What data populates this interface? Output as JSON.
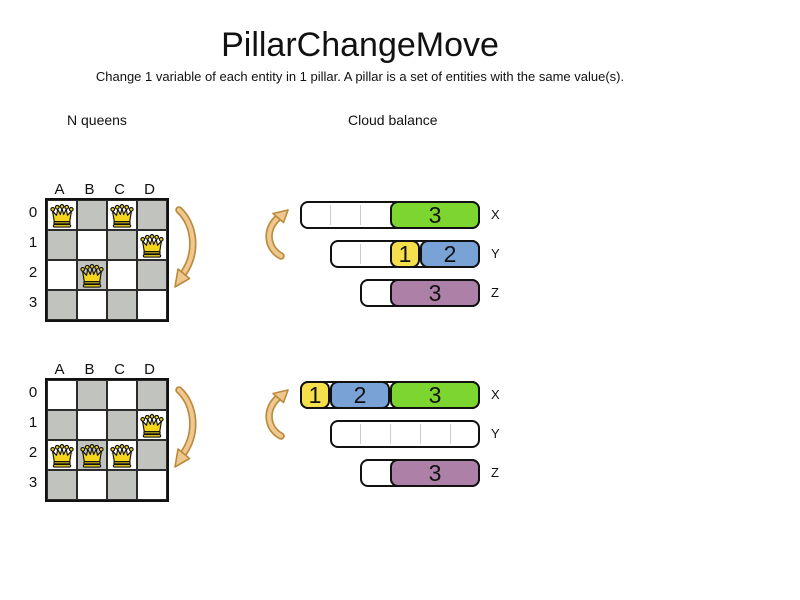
{
  "page": {
    "title": "PillarChangeMove",
    "subtitle": "Change 1 variable of each entity in 1 pillar. A pillar is a set of entities with the same value(s)."
  },
  "sections": {
    "nqueens_label": "N queens",
    "cloud_label": "Cloud balance"
  },
  "colors": {
    "green": "#7dd62f",
    "yellow": "#f5df4d",
    "blue": "#79a3d6",
    "purple": "#ad80a8",
    "board_dark_square": "#c1c4be",
    "queen_yellow": "#f2d51c",
    "arrow_fill": "#eec88f",
    "arrow_outline": "#bb8a3c"
  },
  "board": {
    "columns": [
      "A",
      "B",
      "C",
      "D"
    ],
    "rows": [
      "0",
      "1",
      "2",
      "3"
    ],
    "queen_icon": "queen-crown"
  },
  "diagrams": [
    {
      "id": "before",
      "queens": [
        "A0",
        "C0",
        "D1",
        "B2"
      ],
      "bars": [
        {
          "label": "X",
          "capacity": 6,
          "segments": [
            {
              "value": "3",
              "size": 3,
              "color": "green"
            }
          ]
        },
        {
          "label": "Y",
          "capacity": 5,
          "segments": [
            {
              "value": "1",
              "size": 1,
              "color": "yellow"
            },
            {
              "value": "2",
              "size": 2,
              "color": "blue"
            }
          ]
        },
        {
          "label": "Z",
          "capacity": 4,
          "segments": [
            {
              "value": "3",
              "size": 3,
              "color": "purple"
            }
          ]
        }
      ]
    },
    {
      "id": "after",
      "queens": [
        "D1",
        "A2",
        "B2",
        "C2"
      ],
      "bars": [
        {
          "label": "X",
          "capacity": 6,
          "segments": [
            {
              "value": "1",
              "size": 1,
              "color": "yellow"
            },
            {
              "value": "2",
              "size": 2,
              "color": "blue"
            },
            {
              "value": "3",
              "size": 3,
              "color": "green"
            }
          ]
        },
        {
          "label": "Y",
          "capacity": 5,
          "segments": []
        },
        {
          "label": "Z",
          "capacity": 4,
          "segments": [
            {
              "value": "3",
              "size": 3,
              "color": "purple"
            }
          ]
        }
      ]
    }
  ]
}
